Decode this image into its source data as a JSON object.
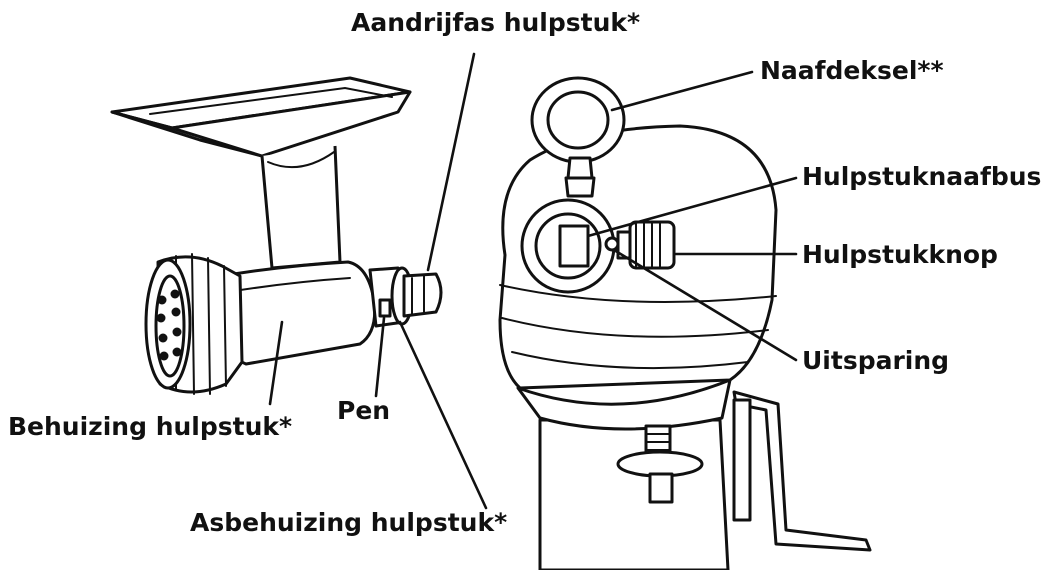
{
  "labels": {
    "aandrijfas": "Aandrijfas hulpstuk*",
    "naafdeksel": "Naafdeksel**",
    "hulpstuknaafbus": "Hulpstuknaafbus",
    "hulpstukknop": "Hulpstukknop",
    "uitsparing": "Uitsparing",
    "pen": "Pen",
    "behuizing": "Behuizing hulpstuk*",
    "asbehuizing": "Asbehuizing hulpstuk*"
  },
  "colors": {
    "ink": "#111111",
    "paper": "#ffffff"
  }
}
